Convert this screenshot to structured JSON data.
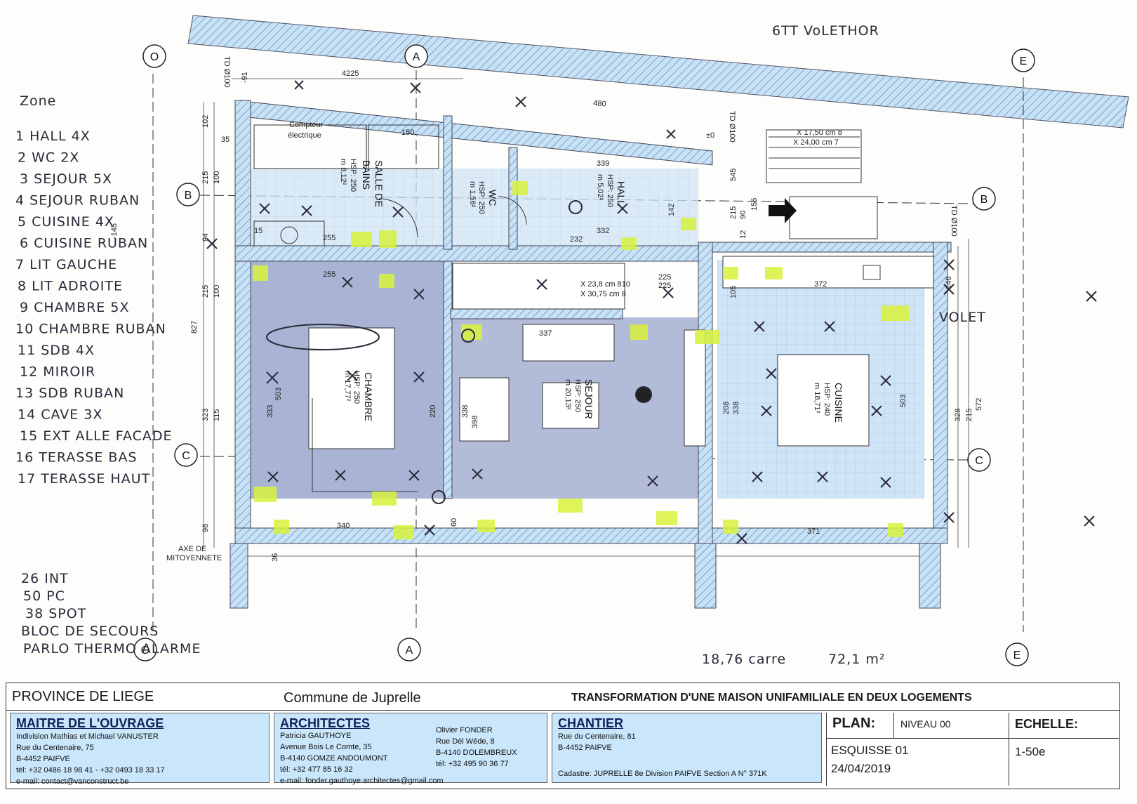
{
  "notes": {
    "header_scrawl": "6TT VoLETHOR",
    "zone_title": "Zone",
    "zones": [
      "1 HALL 4X",
      "2 WC 2X",
      "3 SEJOUR 5X",
      "4 SEJOUR RUBAN",
      "5 CUISINE 4X",
      "6 CUISINE RUBAN",
      "7 LIT GAUCHE",
      "8 LIT ADROITE",
      "9 CHAMBRE 5X",
      "10 CHAMBRE RUBAN",
      "11 SDB 4X",
      "12 MIROIR",
      "13 SDB RUBAN",
      "14 CAVE 3X",
      "15 EXT ALLE FACADE",
      "16 TERASSE BAS",
      "17 TERASSE HAUT"
    ],
    "totals": [
      "26 INT",
      "50 PC",
      "38 SPOT",
      "BLOC DE SECOURS",
      "PARLO THERMO ALARME"
    ],
    "area_note": "18,76 carre",
    "area_total": "72,1 m²",
    "volet": "VOLET"
  },
  "plan": {
    "axes": {
      "o": "O",
      "a": "A",
      "e": "E",
      "b": "B",
      "c": "C"
    },
    "rooms": {
      "sdb": [
        "SALLE DE",
        "BAINS",
        "HSP: 250",
        "m 8,12²"
      ],
      "wc": [
        "WC",
        "HSP: 250",
        "m 1,56²"
      ],
      "hall": [
        "HALL",
        "HSP: 250",
        "m 5,02²"
      ],
      "chambre": [
        "CHAMBRE",
        "HSP: 250",
        "m 17,77²"
      ],
      "sejour": [
        "SEJOUR",
        "HSP: 250",
        "m 20,13²"
      ],
      "cuisine": [
        "CUISINE",
        "HSP: 240",
        "m 18,71²"
      ]
    },
    "labels": {
      "compteur": "Compteur",
      "electrique": "électrique",
      "td": "TD Ø100",
      "axe_de": "AXE DE",
      "mitoyennete": "MITOYENNETE",
      "stair1": "X 17,50 cm 8",
      "stair2": "X 24,00 cm 7",
      "stair3": "X 23,8 cm 810",
      "stair4": "X 30,75 cm 8"
    },
    "dims": [
      "4225",
      "480",
      "102",
      "215",
      "100",
      "94",
      "827",
      "215",
      "100",
      "323",
      "115",
      "98",
      "503",
      "333",
      "338",
      "220",
      "398",
      "337",
      "372",
      "146",
      "572",
      "328",
      "215",
      "340",
      "255",
      "232",
      "339",
      "332",
      "255",
      "150",
      "545",
      "215",
      "90",
      "12",
      "35",
      "15",
      "36",
      "±0",
      "-91",
      "-145",
      "156",
      "142",
      "225",
      "503",
      "338",
      "208",
      "371",
      "60",
      "105",
      "225"
    ]
  },
  "titleblock": {
    "province": "PROVINCE DE LIEGE",
    "commune": "Commune de Juprelle",
    "project": "TRANSFORMATION D'UNE MAISON UNIFAMILIALE EN DEUX LOGEMENTS",
    "maitre": {
      "title": "MAITRE DE L'OUVRAGE",
      "lines": [
        "Indivision Mathias et Michael VANUSTER",
        "Rue du Centenaire, 75",
        "B-4452 PAIFVE",
        "tél: +32 0486 18 98 41 - +32 0493 18 33 17",
        "e-mail: contact@vanconstruct.be"
      ]
    },
    "architectes": {
      "title": "ARCHITECTES",
      "left": [
        "Patricia GAUTHOYE",
        "Avenue Bois Le Comte, 35",
        "B-4140 GOMZE ANDOUMONT",
        "tél: +32 477 85 16 32",
        "e-mail: fonder.gauthoye.architectes@gmail.com"
      ],
      "right": [
        "Olivier FONDER",
        "Rue Dèl Wéde, 8",
        "B-4140 DOLEMBREUX",
        "tél: +32 495 90 36 77"
      ]
    },
    "chantier": {
      "title": "CHANTIER",
      "lines": [
        "Rue du Centenaire, 81",
        "B-4452 PAIFVE"
      ],
      "cadastre": "Cadastre: JUPRELLE 8e Division PAIFVE Section A N° 371K"
    },
    "plan": {
      "label": "PLAN:",
      "level": "NIVEAU 00",
      "esquisse": "ESQUISSE 01",
      "date": "24/04/2019"
    },
    "echelle": {
      "label": "ECHELLE:",
      "value": "1-50e"
    }
  }
}
